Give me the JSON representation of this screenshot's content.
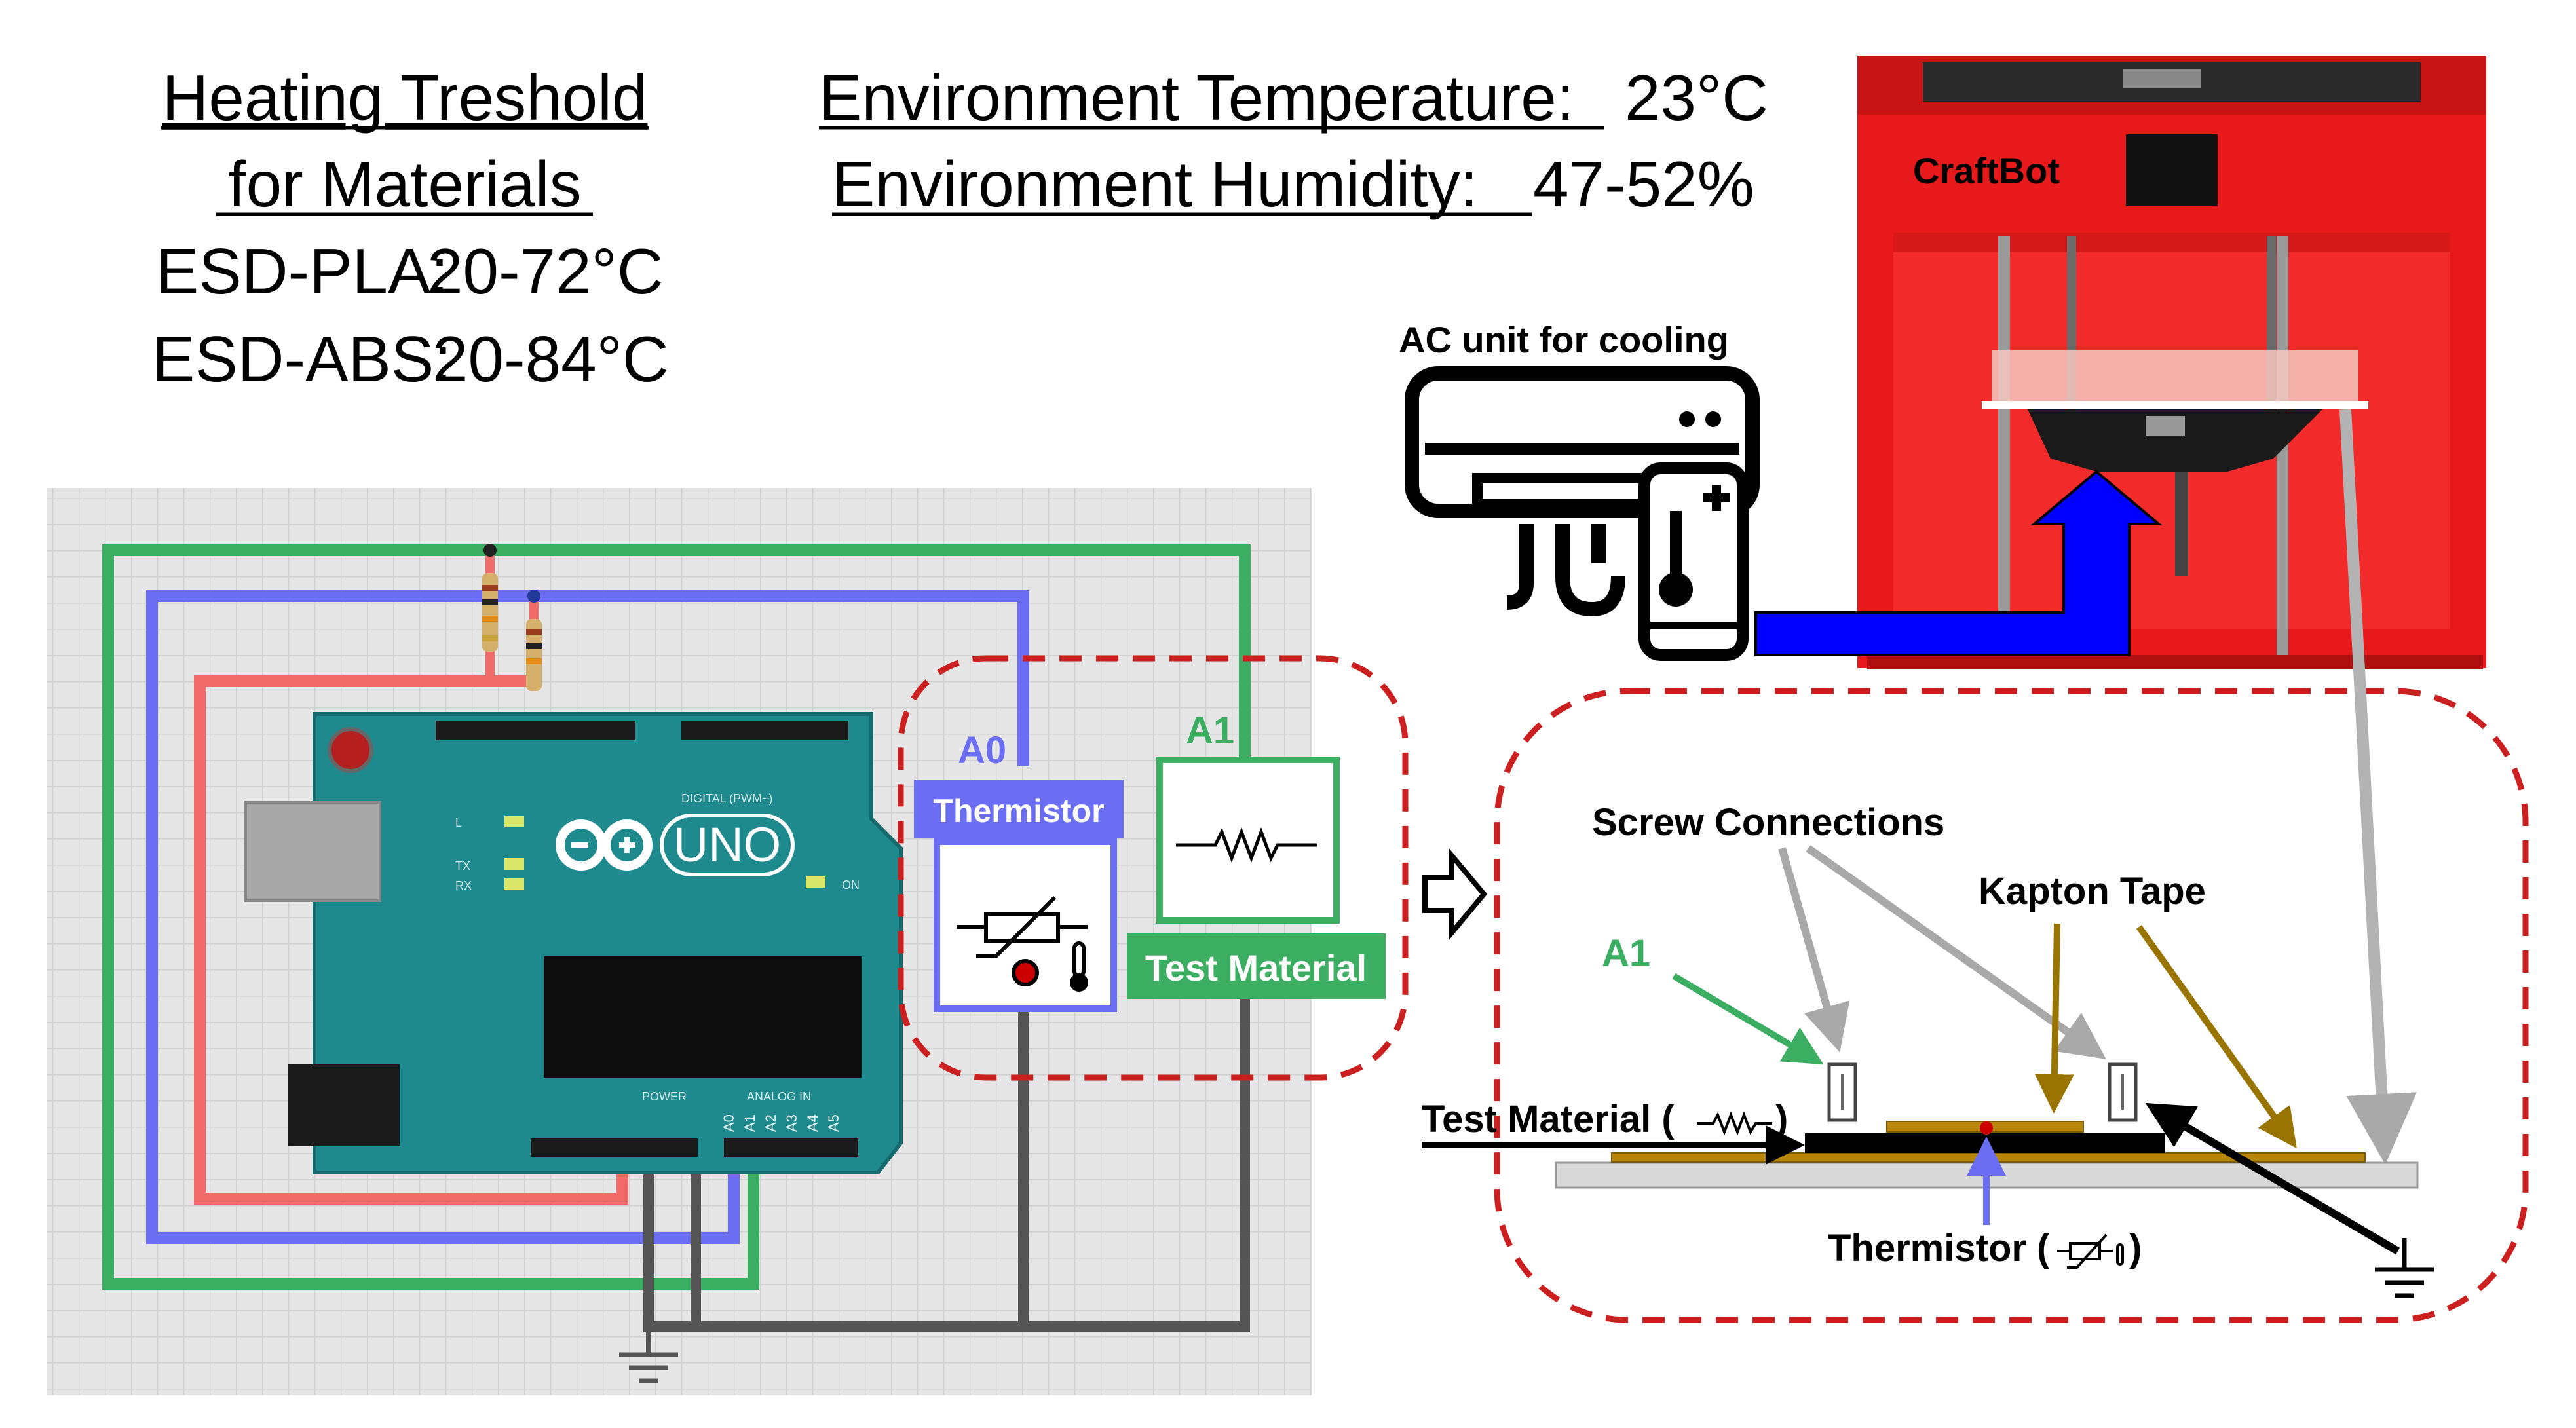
{
  "thresholds": {
    "title_line1": "Heating Treshold",
    "title_line2": "for Materials",
    "pla_label": "ESD-PLA:",
    "pla_value": "20-72°C",
    "abs_label": "ESD-ABS:",
    "abs_value": "20-84°C"
  },
  "environment": {
    "temp_label": "Environment Temperature:",
    "temp_value": "23°C",
    "humidity_label": "Environment Humidity:",
    "humidity_value": "47-52%"
  },
  "printer": {
    "brand": "CraftBot",
    "color": "#e8191b"
  },
  "ac_unit": {
    "label": "AC unit for cooling"
  },
  "arduino": {
    "board_name": "UNO",
    "board_color": "#1f8a8e",
    "header_digital": "DIGITAL (PWM~)",
    "header_power": "POWER",
    "header_analog": "ANALOG IN",
    "pin_labels": [
      "A0",
      "A1",
      "A2",
      "A3",
      "A4",
      "A5"
    ],
    "led_labels": [
      "L",
      "TX",
      "RX",
      "ON"
    ]
  },
  "circuit": {
    "a0_label": "A0",
    "a1_label": "A1",
    "thermistor_label": "Thermistor",
    "test_material_label": "Test Material",
    "colors": {
      "red_wire": "#f26b6b",
      "blue_wire": "#6b6ef2",
      "green_wire": "#3cae62",
      "ground_wire": "#555555",
      "dash_border": "#cc1f1f",
      "arrow_blue": "#0000ff"
    }
  },
  "setup": {
    "screw_label": "Screw Connections",
    "kapton_label": "Kapton Tape",
    "a1_label": "A1",
    "test_material_label": "Test Material (",
    "thermistor_label": "Thermistor (",
    "close_paren": ")",
    "tape_color": "#b8860b"
  }
}
